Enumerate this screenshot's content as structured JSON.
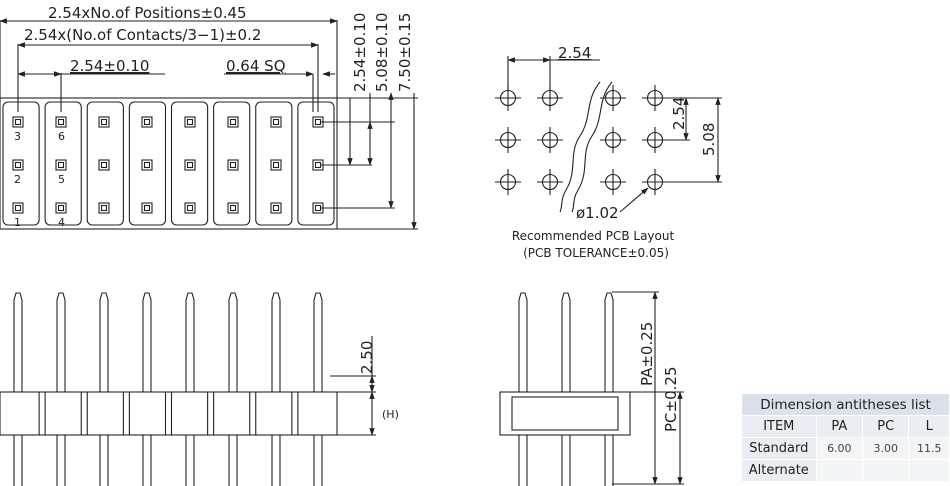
{
  "top_view": {
    "dim_positions": "2.54xNo.of  Positions±0.45",
    "dim_contacts": "2.54x(No.of  Contacts/3−1)±0.2",
    "dim_pitch": "2.54±0.10",
    "dim_pin_sq": "0.64  SQ",
    "dim_row_pitch": "2.54±0.10",
    "dim_row_span": "5.08±0.10",
    "dim_width": "7.50±0.15",
    "pin_numbers": [
      "3",
      "6",
      "2",
      "5",
      "1",
      "4"
    ]
  },
  "pcb_layout": {
    "dim_pitch_x": "2.54",
    "dim_pitch_y": "2.54",
    "dim_span_y": "5.08",
    "hole_dia": "ø1.02",
    "caption": "Recommended PCB Layout",
    "tolerance": "(PCB TOLERANCE±0.05)"
  },
  "front_view": {
    "dim_tail": "2.50",
    "dim_h": "(H)"
  },
  "side_view": {
    "dim_pa": "PA±0.25",
    "dim_pc": "PC±0.25"
  },
  "table": {
    "title": "Dimension antitheses list",
    "headers": [
      "ITEM",
      "PA",
      "PC",
      "L"
    ],
    "rows": [
      {
        "item": "Standard",
        "pa": "6.00",
        "pc": "3.00",
        "l": "11.5"
      },
      {
        "item": "Alternate",
        "pa": "",
        "pc": "",
        "l": ""
      }
    ]
  }
}
